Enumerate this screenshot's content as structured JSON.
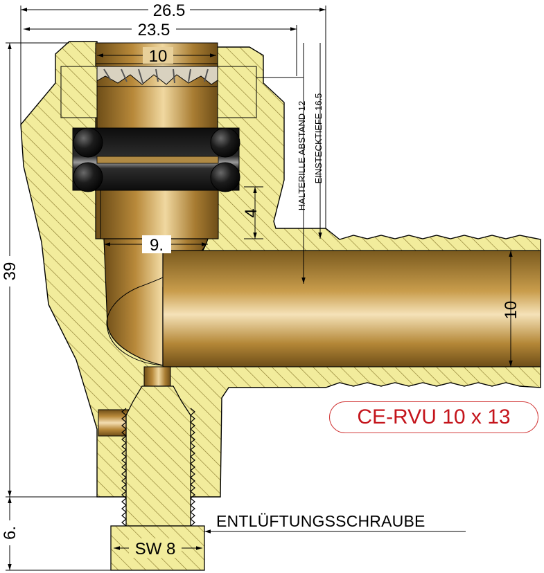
{
  "colors": {
    "brass_hatch_bg": "#f2ec9c",
    "hatch_line": "#8a7a2e",
    "brass_dark": "#7a5a20",
    "brass_mid": "#c49a4a",
    "brass_light": "#f0d8a0",
    "oring": "#1a1a1a",
    "badge_text": "#c4141b"
  },
  "dimensions": {
    "overall_width": "26.5",
    "body_width": "23.5",
    "collet_bore": "10",
    "bore_diameter": "9.",
    "offset": "4",
    "outlet_diameter": "10",
    "height": "39",
    "screw_height": "6.",
    "wrench_size": "SW 8",
    "halterille": "HALTERILLE ABSTAND 12",
    "einstecktiefe": "EINSTECKTIEFE 16.5"
  },
  "labels": {
    "model": "CE-RVU 10 x 13",
    "screw": "ENTLÜFTUNGSSCHRAUBE"
  }
}
